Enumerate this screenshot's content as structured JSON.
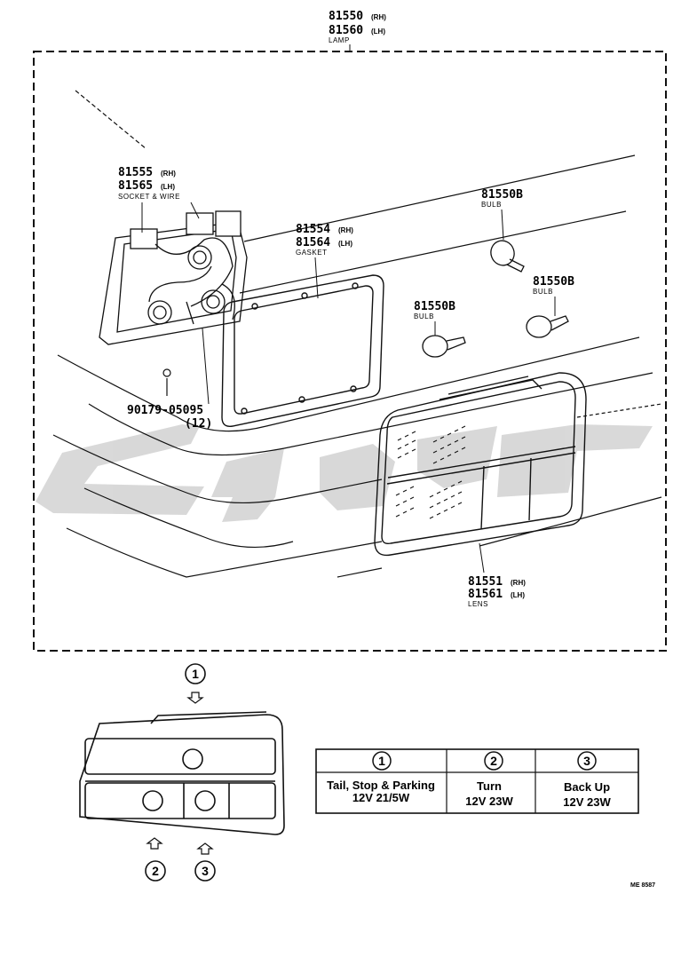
{
  "lamp": {
    "pn_rh": "81550",
    "pn_lh": "81560",
    "rh": "(RH)",
    "lh": "(LH)",
    "name": "LAMP"
  },
  "socket": {
    "pn_rh": "81555",
    "pn_lh": "81565",
    "rh": "(RH)",
    "lh": "(LH)",
    "name": "SOCKET & WIRE"
  },
  "gasket": {
    "pn_rh": "81554",
    "pn_lh": "81564",
    "rh": "(RH)",
    "lh": "(LH)",
    "name": "GASKET"
  },
  "bulbs": [
    {
      "pn": "81550B",
      "name": "BULB"
    },
    {
      "pn": "81550B",
      "name": "BULB"
    },
    {
      "pn": "81550B",
      "name": "BULB"
    }
  ],
  "screw": {
    "pn": "90179-05095",
    "qty": "(12)"
  },
  "lens": {
    "pn_rh": "81551",
    "pn_lh": "81561",
    "rh": "(RH)",
    "lh": "(LH)",
    "name": "LENS"
  },
  "positions": {
    "p1": "1",
    "p2": "2",
    "p3": "3"
  },
  "table": {
    "headers": [
      "1",
      "2",
      "3"
    ],
    "rows": [
      [
        "Tail, Stop & Parking",
        "Turn",
        "Back Up"
      ],
      [
        "12V 21/5W",
        "12V 23W",
        "12V 23W"
      ]
    ]
  },
  "diagram_code": "ME 8587"
}
